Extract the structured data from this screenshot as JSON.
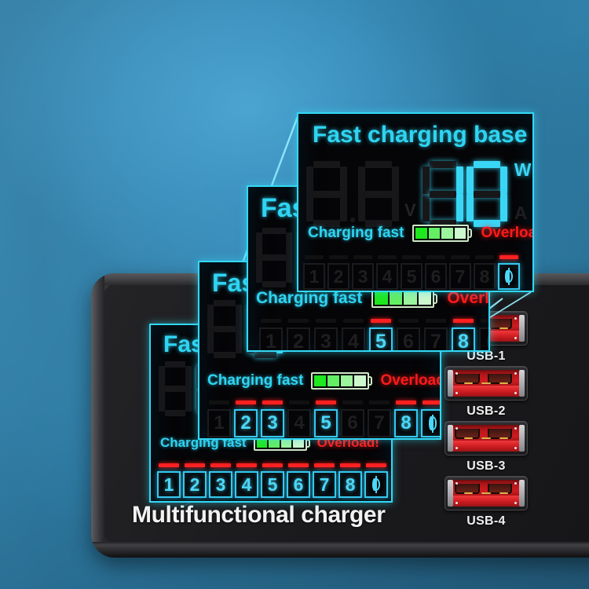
{
  "scene": {
    "background_color": "#2d7ba3",
    "product_caption": "Multifunctional charger"
  },
  "device": {
    "body_color": "#1e1e20",
    "caption": "Multifunctional charger",
    "usb_ports": [
      {
        "label": "USB-1",
        "color": "#cf1b1f"
      },
      {
        "label": "USB-2",
        "color": "#cf1b1f"
      },
      {
        "label": "USB-3",
        "color": "#cf1b1f"
      },
      {
        "label": "USB-4",
        "color": "#cf1b1f"
      }
    ]
  },
  "display": {
    "title": "Fast charging base",
    "title_truncated": "Fas",
    "accent_color": "#2fd4f2",
    "alert_color": "#ff1a1a",
    "battery_color": "#2ee02e",
    "voltage_value": "8.8",
    "voltage_unit": "V",
    "power_value": "10",
    "unit_watt": "W",
    "unit_amp": "A",
    "status_label": "Charging fast",
    "overload_label": "Overload!",
    "battery_bars": 4,
    "ports": [
      {
        "label": "1",
        "active": true
      },
      {
        "label": "2",
        "active": true
      },
      {
        "label": "3",
        "active": true
      },
      {
        "label": "4",
        "active": true
      },
      {
        "label": "5",
        "active": true
      },
      {
        "label": "6",
        "active": true
      },
      {
        "label": "7",
        "active": true
      },
      {
        "label": "8",
        "active": true
      },
      {
        "label": "Qi",
        "active": true
      }
    ]
  },
  "zoom_panels": [
    {
      "name": "panel-level-4",
      "title": "Fas",
      "ports_active": "1-8,Qi"
    },
    {
      "name": "panel-level-3",
      "title": "Fas",
      "ports_active": "2,3,5,8,Qi"
    },
    {
      "name": "panel-level-2",
      "title": "Fas",
      "ports_active": "5,8"
    },
    {
      "name": "panel-level-1",
      "title": "Fast charging base",
      "ports_active": "Qi"
    }
  ]
}
